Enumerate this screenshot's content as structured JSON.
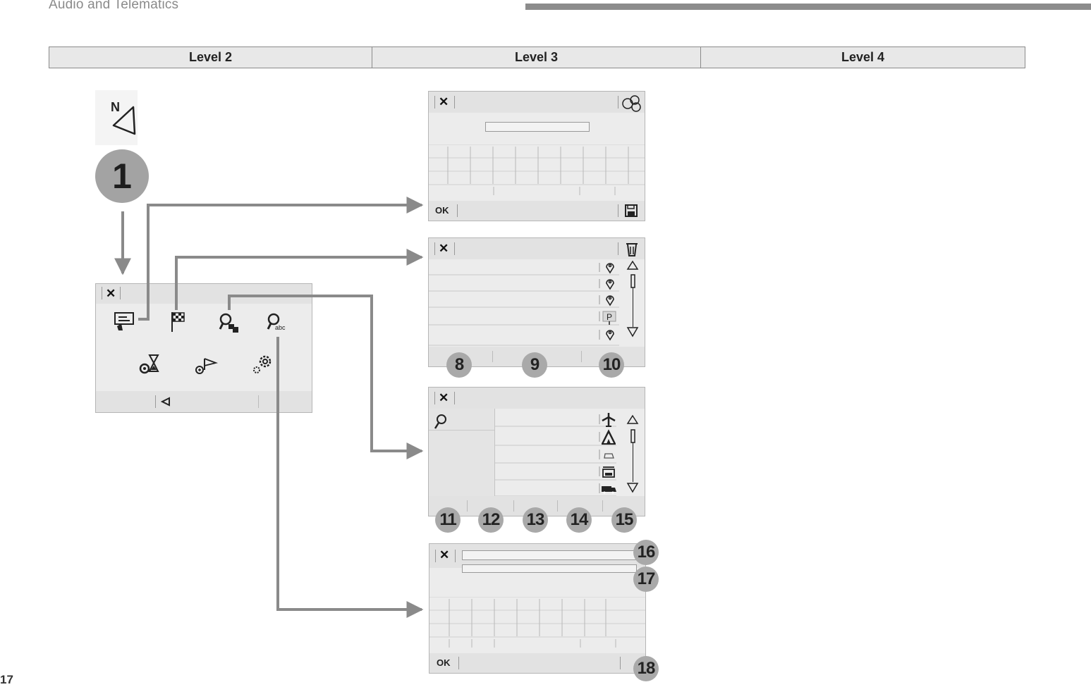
{
  "header": {
    "title": "Audio and Telematics"
  },
  "levels": {
    "level2": "Level 2",
    "level3": "Level 3",
    "level4": "Level 4"
  },
  "page_number": "17",
  "nav_badge": {
    "letter": "N"
  },
  "step": {
    "number": "1"
  },
  "menu": {
    "close": "✕"
  },
  "screens": {
    "keyboard": {
      "close": "✕",
      "ok": "OK"
    },
    "destinations": {
      "close": "✕",
      "callouts": [
        "8",
        "9",
        "10"
      ]
    },
    "poi": {
      "close": "✕",
      "callouts": [
        "11",
        "12",
        "13",
        "14",
        "15"
      ]
    },
    "search": {
      "close": "✕",
      "ok": "OK",
      "callouts": [
        "16",
        "17",
        "18"
      ]
    }
  },
  "colors": {
    "arrow": "#8a8a8a",
    "callout": "#a9a9a9",
    "screen_bg": "#ececec",
    "header_bar": "#8c8c8c"
  }
}
